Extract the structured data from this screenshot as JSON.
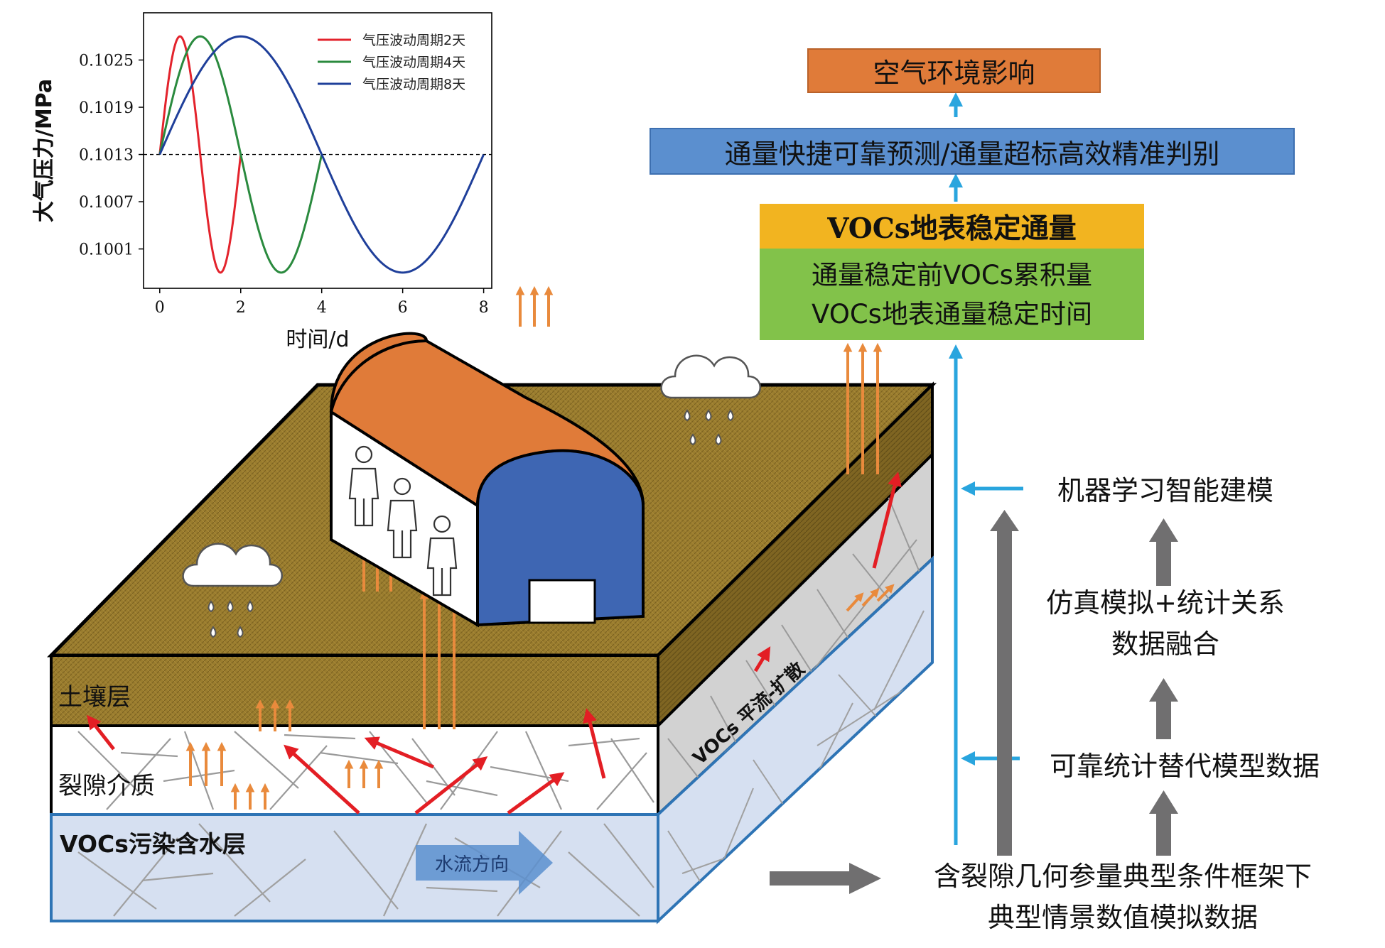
{
  "chart_data": {
    "type": "line",
    "title": "",
    "xlabel": "时间/d",
    "ylabel": "大气压力/MPa",
    "xlim": [
      -0.4,
      8.2
    ],
    "ylim": [
      0.0996,
      0.1031
    ],
    "xticks": [
      "0",
      "2",
      "4",
      "6",
      "8"
    ],
    "yticks": [
      "0.1001",
      "0.1007",
      "0.1013",
      "0.1019",
      "0.1025"
    ],
    "baseline": 0.1013,
    "legend_position": "top-right",
    "series": [
      {
        "name": "气压波动周期2天",
        "color": "#e3232c",
        "period": 2,
        "x_end": 2,
        "mean": 0.1013,
        "amplitude": 0.0015
      },
      {
        "name": "气压波动周期4天",
        "color": "#2a8a3e",
        "period": 4,
        "x_end": 4,
        "mean": 0.1013,
        "amplitude": 0.0015
      },
      {
        "name": "气压波动周期8天",
        "color": "#1f3f9a",
        "period": 8,
        "x_end": 8,
        "mean": 0.1013,
        "amplitude": 0.0015
      }
    ]
  },
  "layers": {
    "soil": "土壤层",
    "fracture": "裂隙介质",
    "aquifer": "VOCs污染含水层",
    "water_flow": "水流方向",
    "side_label": "VOCs 平流-扩散"
  },
  "flow": {
    "air_impact": "空气环境影响",
    "prediction": "通量快捷可靠预测/通量超标高效精准判别",
    "stable_flux": "VOCs地表稳定通量",
    "accumulation": "通量稳定前VOCs累积量",
    "stable_time": "VOCs地表通量稳定时间",
    "ml_modeling": "机器学习智能建模",
    "sim_line1": "仿真模拟+统计关系",
    "sim_line2": "数据融合",
    "surrogate": "可靠统计替代模型数据",
    "numeric_line1": "含裂隙几何参量典型条件框架下",
    "numeric_line2": "典型情景数值模拟数据"
  },
  "colors": {
    "orange": "#e07b39",
    "blue_box": "#5b8fcf",
    "yellow": "#f2b420",
    "green": "#82c24a",
    "soil": "#9a7d2e",
    "soil_dark": "#6e571c",
    "aquifer": "#d6e0f1",
    "aquifer_border": "#2e74b5",
    "flow_line": "#29a5de",
    "gray_arrow": "#706f70",
    "red_arrow": "#e31e24",
    "orange_arrow": "#e98a3c",
    "building_blue": "#3e66b3"
  }
}
